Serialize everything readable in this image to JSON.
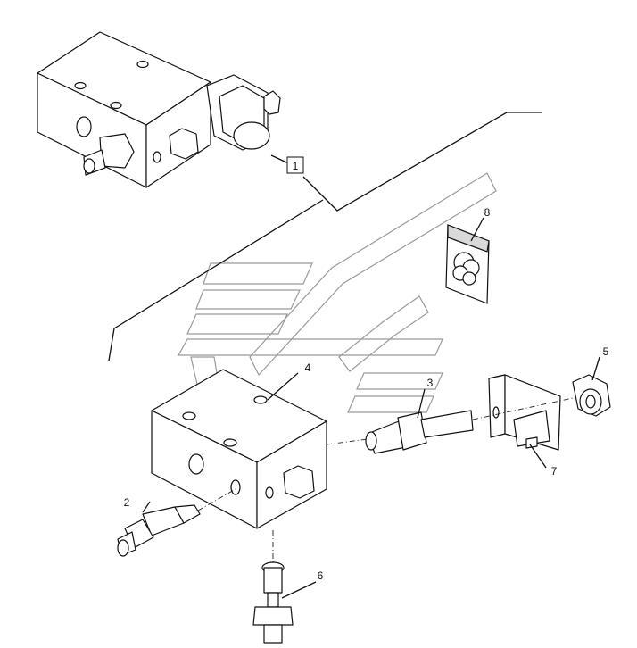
{
  "callouts": [
    {
      "id": "ref-assembly",
      "text": "1"
    },
    {
      "id": "part-2",
      "text": "2"
    },
    {
      "id": "part-3",
      "text": "3"
    },
    {
      "id": "part-4",
      "text": "4"
    },
    {
      "id": "part-5",
      "text": "5"
    },
    {
      "id": "part-6",
      "text": "6"
    },
    {
      "id": "part-7",
      "text": "7"
    },
    {
      "id": "part-8",
      "text": "8"
    }
  ]
}
